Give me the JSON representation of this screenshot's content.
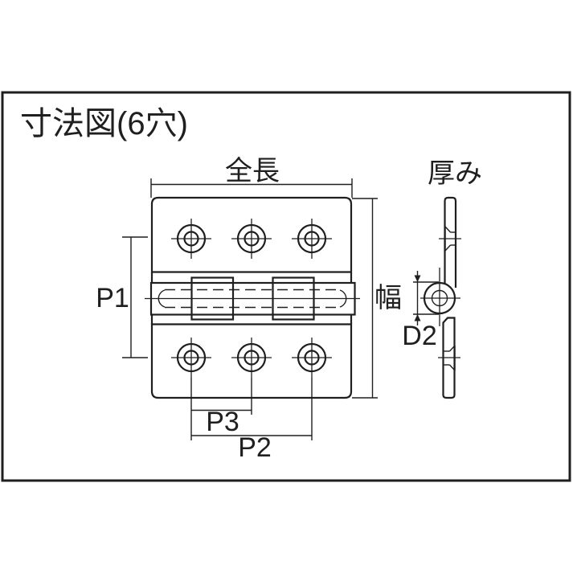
{
  "title": "寸法図(6穴)",
  "labels": {
    "overall_length": "全長",
    "thickness": "厚み",
    "width": "幅",
    "p1": "P1",
    "p2": "P2",
    "p3": "P3",
    "d2": "D2"
  },
  "colors": {
    "line": "#1f1f1f",
    "background": "#ffffff"
  }
}
